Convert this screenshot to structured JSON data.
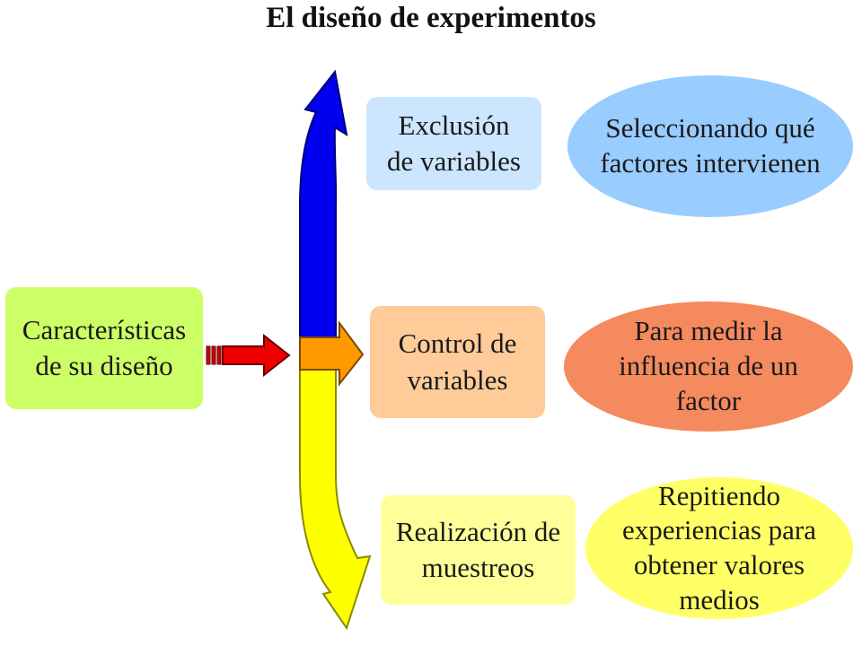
{
  "title": "El diseño de experimentos",
  "main_box": {
    "lines": [
      "Características",
      "de su diseño"
    ],
    "color": "#ccff66"
  },
  "boxes": [
    {
      "lines": [
        "Exclusión",
        "de  variables"
      ],
      "color": "#cce6ff"
    },
    {
      "lines": [
        "Control de",
        "variables"
      ],
      "color": "#ffcc99"
    },
    {
      "lines": [
        "Realización de",
        "muestreos"
      ],
      "color": "#ffff99"
    }
  ],
  "ovals": [
    {
      "lines": [
        "Seleccionando qué",
        "factores intervienen"
      ],
      "color": "#99ccff"
    },
    {
      "lines": [
        "Para medir la",
        "influencia de un",
        "factor"
      ],
      "color": "#f58a5e"
    },
    {
      "lines": [
        "Repitiendo",
        "experiencias para",
        "obtener valores",
        "medios"
      ],
      "color": "#ffff66"
    }
  ],
  "arrow_colors": {
    "up": "#0000ee",
    "middle": "#ff9900",
    "down": "#ffff00",
    "input": "#ee0000"
  }
}
